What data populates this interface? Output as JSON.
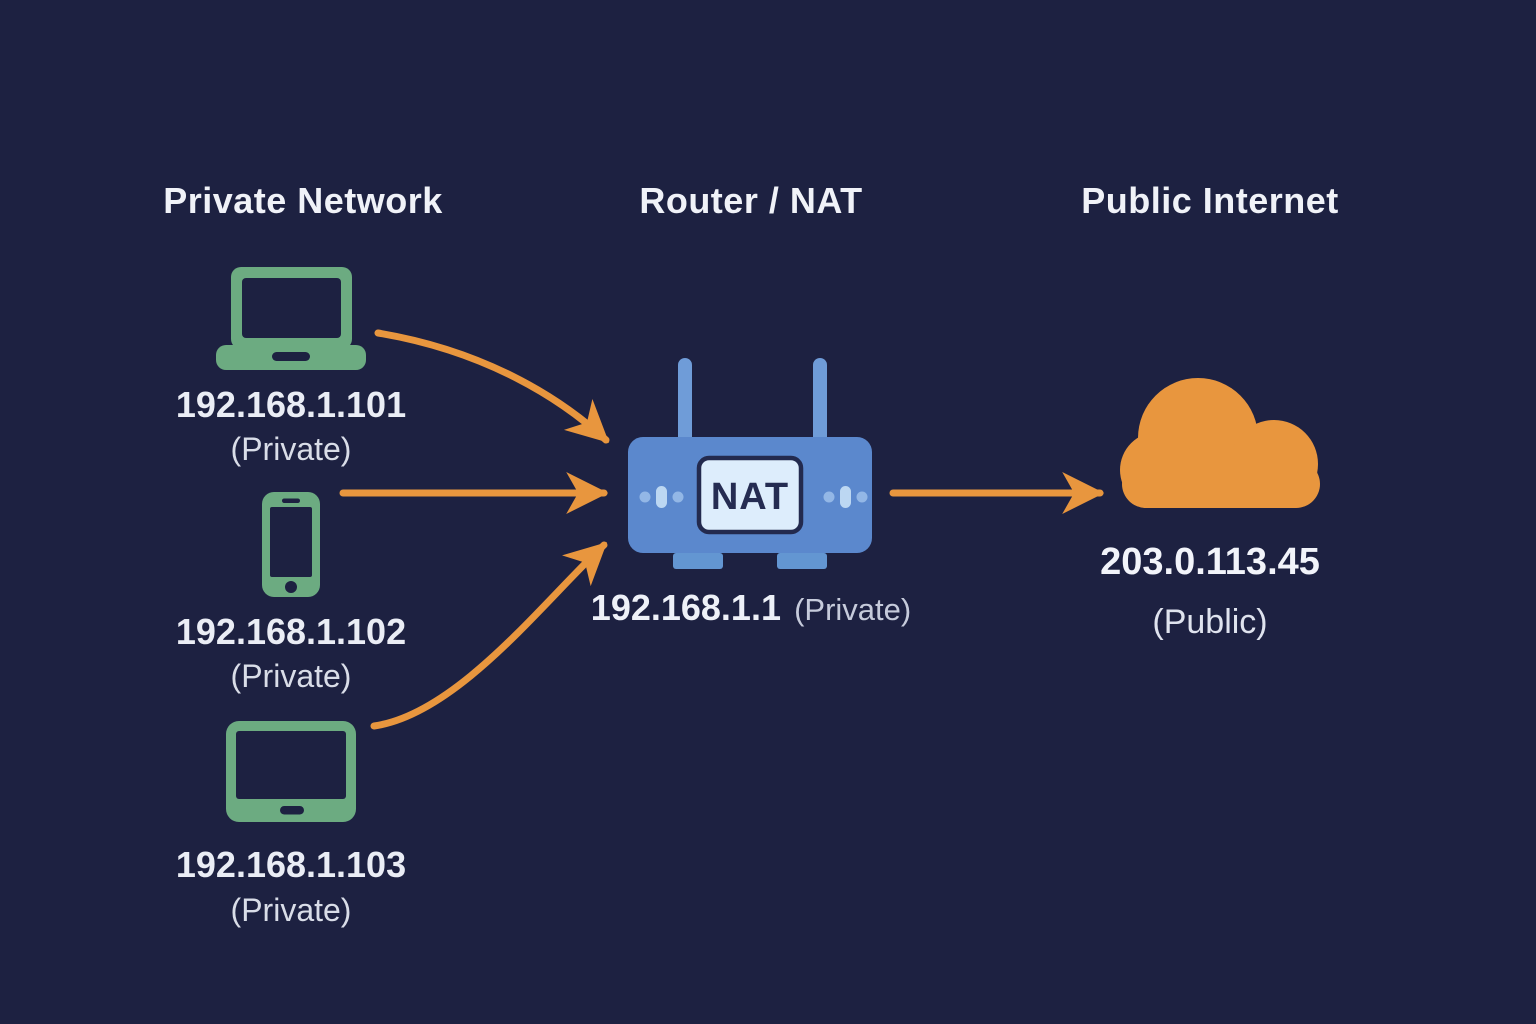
{
  "columns": {
    "private": {
      "header": "Private Network"
    },
    "router": {
      "header": "Router / NAT"
    },
    "public": {
      "header": "Public Internet"
    }
  },
  "devices": [
    {
      "kind": "laptop",
      "ip": "192.168.1.101",
      "scope": "(Private)"
    },
    {
      "kind": "smartphone",
      "ip": "192.168.1.102",
      "scope": "(Private)"
    },
    {
      "kind": "tablet",
      "ip": "192.168.1.103",
      "scope": "(Private)"
    }
  ],
  "router": {
    "badge": "NAT",
    "ip": "192.168.1.1",
    "scope": "(Private)"
  },
  "internet": {
    "ip": "203.0.113.45",
    "scope": "(Public)"
  },
  "colors": {
    "background": "#1d2141",
    "device_green": "#6cab81",
    "arrow_orange": "#e8963e",
    "cloud_orange": "#e8963e",
    "router_blue": "#5b88cd",
    "router_light_blue": "#6f9cd8",
    "nat_panel_fill": "#ddedfc",
    "nat_panel_border": "#232a4e",
    "text_primary": "#f0f2f8",
    "text_secondary": "#d9dde8"
  }
}
